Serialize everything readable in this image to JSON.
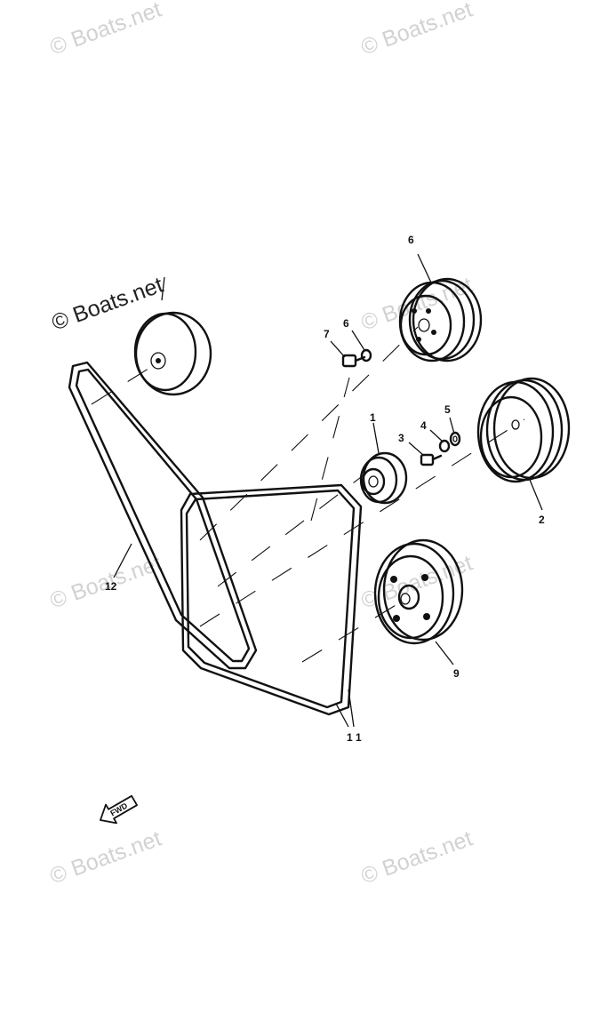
{
  "watermark": {
    "text": "© Boats.net"
  },
  "callouts": {
    "p1": "1",
    "p2": "2",
    "p3": "3",
    "p4": "4",
    "p5": "5",
    "p6_top": "6",
    "p6_small": "6",
    "p7": "7",
    "p9": "9",
    "p11": "1 1",
    "p12": "12"
  },
  "direction_label": "FWD",
  "colors": {
    "ink": "#111111",
    "watermark": "#d2d2d2",
    "background": "#ffffff"
  }
}
